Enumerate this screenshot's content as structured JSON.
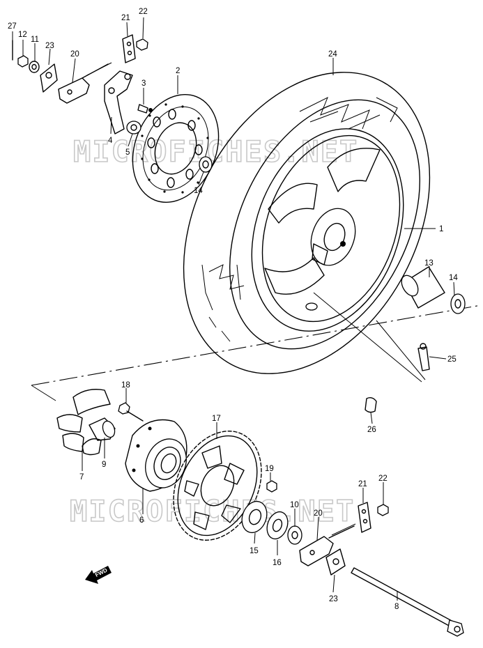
{
  "watermark": {
    "text": "MICROFICHES.NET"
  },
  "fwd_label": "FWD",
  "callouts": [
    {
      "id": "c27",
      "label": "27"
    },
    {
      "id": "c12",
      "label": "12"
    },
    {
      "id": "c11",
      "label": "11"
    },
    {
      "id": "c23a",
      "label": "23"
    },
    {
      "id": "c20a",
      "label": "20"
    },
    {
      "id": "c21a",
      "label": "21"
    },
    {
      "id": "c22a",
      "label": "22"
    },
    {
      "id": "c2",
      "label": "2"
    },
    {
      "id": "c3",
      "label": "3"
    },
    {
      "id": "c4",
      "label": "4"
    },
    {
      "id": "c5",
      "label": "5"
    },
    {
      "id": "c14a",
      "label": "14"
    },
    {
      "id": "c24",
      "label": "24"
    },
    {
      "id": "c1",
      "label": "1"
    },
    {
      "id": "c13",
      "label": "13"
    },
    {
      "id": "c14b",
      "label": "14"
    },
    {
      "id": "c25",
      "label": "25"
    },
    {
      "id": "c26",
      "label": "26"
    },
    {
      "id": "c18",
      "label": "18"
    },
    {
      "id": "c17",
      "label": "17"
    },
    {
      "id": "c9",
      "label": "9"
    },
    {
      "id": "c7",
      "label": "7"
    },
    {
      "id": "c6",
      "label": "6"
    },
    {
      "id": "c19",
      "label": "19"
    },
    {
      "id": "c10",
      "label": "10"
    },
    {
      "id": "c15",
      "label": "15"
    },
    {
      "id": "c16",
      "label": "16"
    },
    {
      "id": "c21b",
      "label": "21"
    },
    {
      "id": "c22b",
      "label": "22"
    },
    {
      "id": "c20b",
      "label": "20"
    },
    {
      "id": "c23b",
      "label": "23"
    },
    {
      "id": "c8",
      "label": "8"
    }
  ]
}
